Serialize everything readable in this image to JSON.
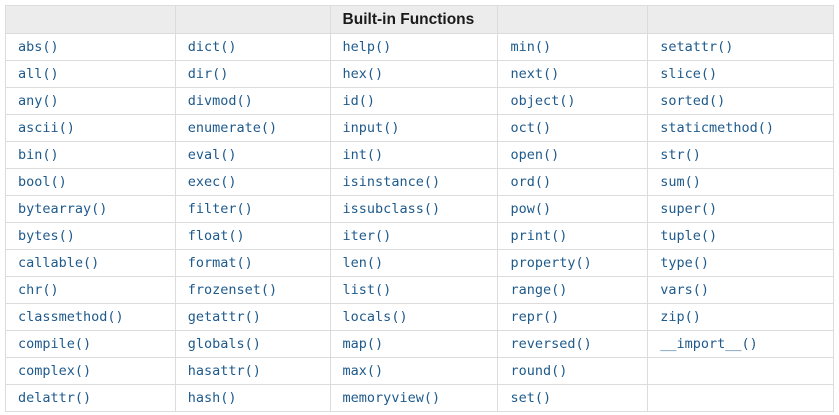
{
  "colors": {
    "link_blue": "#1e5a8c",
    "header_bg": "#ececec",
    "border": "#dcdcdc",
    "header_text": "#1a1a1a"
  },
  "table": {
    "header_row": [
      "",
      "",
      "Built-in Functions",
      "",
      ""
    ],
    "rows": [
      {
        "cells": [
          "abs()",
          "dict()",
          "help()",
          "min()",
          "setattr()"
        ]
      },
      {
        "cells": [
          "all()",
          "dir()",
          "hex()",
          "next()",
          "slice()"
        ]
      },
      {
        "cells": [
          "any()",
          "divmod()",
          "id()",
          "object()",
          "sorted()"
        ]
      },
      {
        "cells": [
          "ascii()",
          "enumerate()",
          "input()",
          "oct()",
          "staticmethod()"
        ]
      },
      {
        "cells": [
          "bin()",
          "eval()",
          "int()",
          "open()",
          "str()"
        ]
      },
      {
        "cells": [
          "bool()",
          "exec()",
          "isinstance()",
          "ord()",
          "sum()"
        ]
      },
      {
        "cells": [
          "bytearray()",
          "filter()",
          "issubclass()",
          "pow()",
          "super()"
        ]
      },
      {
        "cells": [
          "bytes()",
          "float()",
          "iter()",
          "print()",
          "tuple()"
        ]
      },
      {
        "cells": [
          "callable()",
          "format()",
          "len()",
          "property()",
          "type()"
        ]
      },
      {
        "cells": [
          "chr()",
          "frozenset()",
          "list()",
          "range()",
          "vars()"
        ]
      },
      {
        "cells": [
          "classmethod()",
          "getattr()",
          "locals()",
          "repr()",
          "zip()"
        ]
      },
      {
        "cells": [
          "compile()",
          "globals()",
          "map()",
          "reversed()",
          "__import__()"
        ]
      },
      {
        "cells": [
          "complex()",
          "hasattr()",
          "max()",
          "round()",
          ""
        ]
      },
      {
        "cells": [
          "delattr()",
          "hash()",
          "memoryview()",
          "set()",
          ""
        ]
      }
    ]
  }
}
